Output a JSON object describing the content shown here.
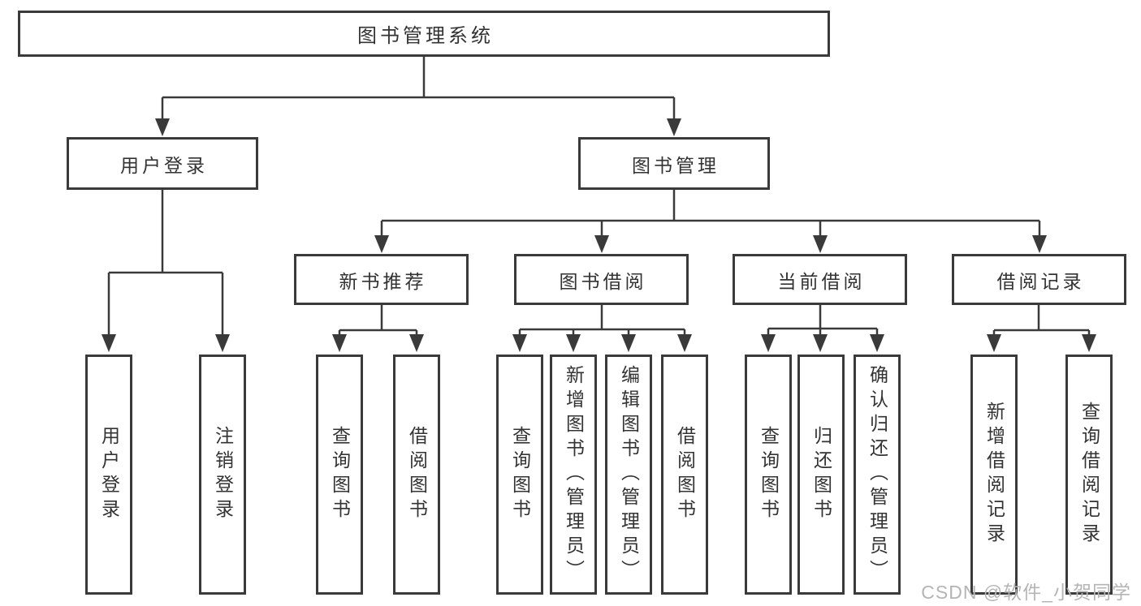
{
  "title": "图书管理系统",
  "branches": {
    "login": {
      "label": "用户登录",
      "children": [
        "用户登录",
        "注销登录"
      ]
    },
    "management": {
      "label": "图书管理",
      "sections": [
        {
          "label": "新书推荐",
          "children": [
            "查询图书",
            "借阅图书"
          ]
        },
        {
          "label": "图书借阅",
          "children": [
            "查询图书",
            "新增图书（管理员）",
            "编辑图书（管理员）",
            "借阅图书"
          ]
        },
        {
          "label": "当前借阅",
          "children": [
            "查询图书",
            "归还图书",
            "确认归还（管理员）"
          ]
        },
        {
          "label": "借阅记录",
          "children": [
            "新增借阅记录",
            "查询借阅记录"
          ]
        }
      ]
    }
  },
  "watermark": {
    "text": "CSDN @软件_小贺同学",
    "color": "#b5b5b5"
  },
  "colors": {
    "line": "#3a3a3a",
    "text": "#333333",
    "background": "#ffffff"
  }
}
